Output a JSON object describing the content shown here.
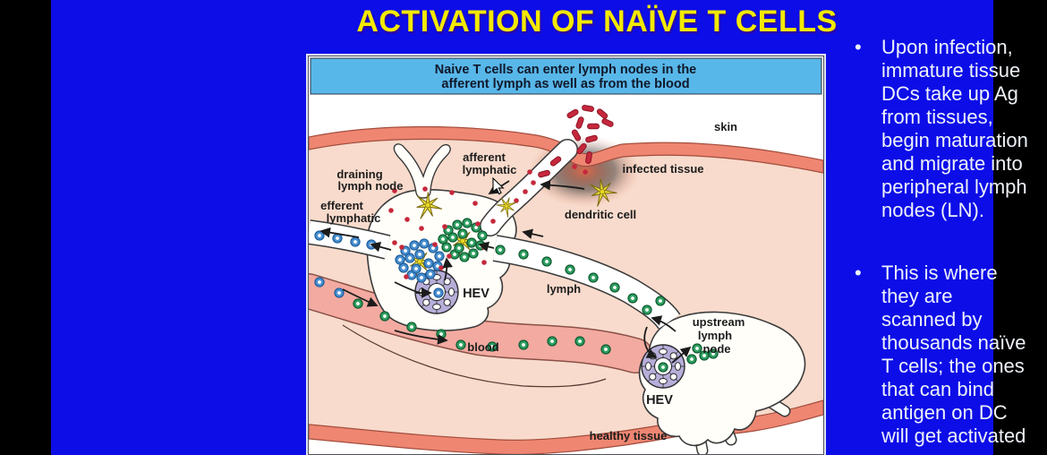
{
  "slide": {
    "title": "ACTIVATION OF NAÏVE T CELLS",
    "background_color": "#0d0de8",
    "title_color": "#f2ea00"
  },
  "figure": {
    "caption": {
      "line1": "Naive T cells can enter lymph nodes in the",
      "line2": "afferent lymph as well as from the blood"
    },
    "labels": {
      "skin": "skin",
      "infected_tissue": "infected tissue",
      "dendritic_cell": "dendritic cell",
      "afferent_line1": "afferent",
      "afferent_line2": "lymphatic",
      "draining_line1": "draining",
      "draining_line2": "lymph node",
      "efferent_line1": "efferent",
      "efferent_line2": "lymphatic",
      "lymph": "lymph",
      "blood": "blood",
      "hev_draining": "HEV",
      "hev_upstream": "HEV",
      "upstream_line1": "upstream",
      "upstream_line2": "lymph",
      "upstream_line3": "node",
      "healthy_tissue": "healthy tissue"
    },
    "colors": {
      "caption_band": "#58b7e9",
      "skin_band": "#ee8672",
      "tissue": "#f8dbcc",
      "blood_vessel": "#f3aaa1",
      "hev_ring": "#b7aeda",
      "t_cell_green": "#2f9f60",
      "t_cell_blue": "#4a90d0",
      "dendritic_cell_yellow": "#f3ea3d",
      "antigen_red": "#c5283c"
    }
  },
  "bullets": [
    {
      "marker": "•",
      "lines": [
        "Upon infection,",
        "immature tissue",
        "DCs take up Ag",
        "from tissues,",
        "begin maturation",
        "and migrate into",
        "peripheral lymph",
        "nodes (LN)."
      ]
    },
    {
      "marker": "•",
      "lines": [
        "This is where",
        "they are",
        "scanned by",
        "thousands naïve",
        "T cells; the ones",
        "that can bind",
        "antigen on DC",
        "will get activated"
      ]
    }
  ]
}
